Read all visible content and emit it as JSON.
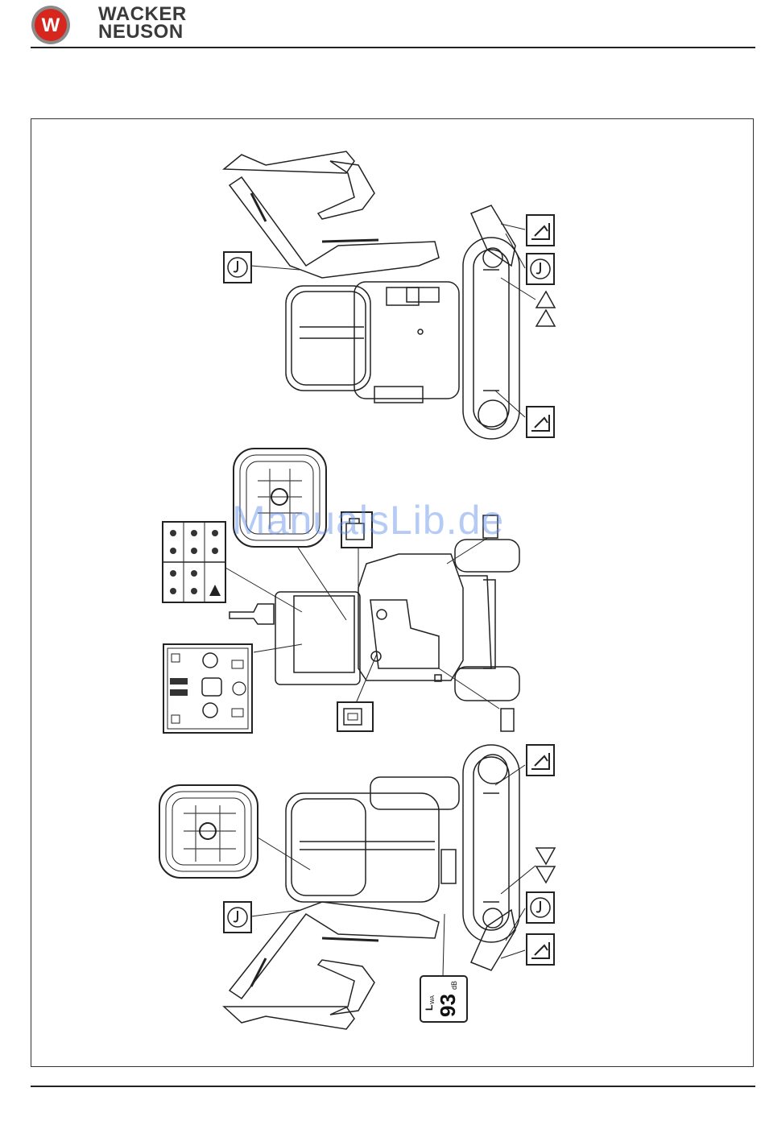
{
  "header": {
    "brand_line1": "WACKER",
    "brand_line2": "NEUSON",
    "logo_letter": "W"
  },
  "watermark": "ManualsLib.de",
  "noise_label": {
    "symbol": "L",
    "subscript": "WA",
    "value": "93",
    "unit": "dB"
  },
  "colors": {
    "brand_red": "#d7261e",
    "brand_grey": "#8a8a8a",
    "line": "#222222",
    "watermark": "#5a8ceb"
  },
  "icons": [
    "lifting-point-icon",
    "tie-down-icon",
    "warning-triangle-icon",
    "wacker-logo-icon",
    "decal-icon"
  ]
}
